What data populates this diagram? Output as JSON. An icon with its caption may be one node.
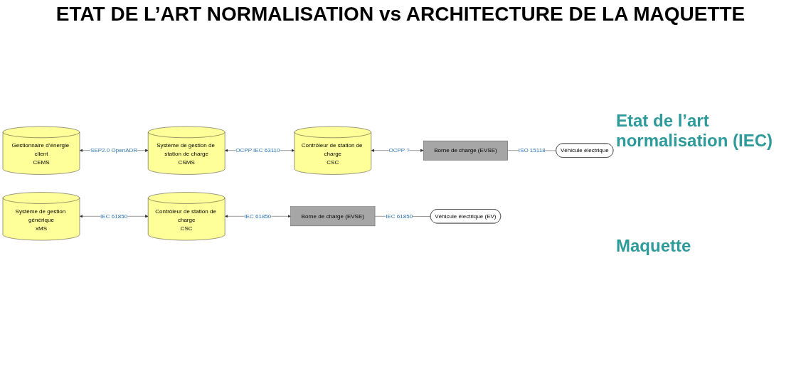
{
  "diagram": {
    "title": "ETAT DE L’ART NORMALISATION vs ARCHITECTURE DE LA MAQUETTE",
    "nodes": [
      {
        "text": [
          "Gestionnaire d’énergie client",
          "CEMS"
        ]
      },
      {
        "text": [
          "Système de gestion de station de charge",
          "CSMS"
        ]
      },
      {
        "text": [
          "Contrôleur de station de charge",
          "CSC"
        ]
      },
      {
        "text": [
          "Borne de charge (EVSE)"
        ]
      },
      {
        "text": [
          "Véhicule électrique"
        ]
      },
      {
        "text": [
          "Système de gestion générique",
          "xMS"
        ]
      },
      {
        "text": [
          "Contrôleur de station de charge",
          "CSC"
        ]
      },
      {
        "text": [
          "Borne de charge (EVSE)"
        ]
      },
      {
        "text": [
          "Véhicule électrique (EV)"
        ]
      }
    ],
    "edges": [
      {
        "from": 0,
        "to": 1,
        "arrow": "both",
        "label": "SEP2.0 OpenADR"
      },
      {
        "from": 1,
        "to": 2,
        "arrow": "both",
        "label": "OCPP IEC 63110"
      },
      {
        "from": 2,
        "to": 3,
        "arrow": "both",
        "label": "OCPP ?"
      },
      {
        "from": 3,
        "to": 4,
        "arrow": "none",
        "label": "ISO 15118"
      },
      {
        "from": 5,
        "to": 6,
        "arrow": "both",
        "label": "IEC 61850"
      },
      {
        "from": 6,
        "to": 7,
        "arrow": "both",
        "label": "IEC 61850"
      },
      {
        "from": 7,
        "to": 8,
        "arrow": "none",
        "label": "IEC 61850"
      }
    ],
    "labels": [
      "Etat de l’art normalisation (IEC)",
      "Maquette"
    ]
  }
}
